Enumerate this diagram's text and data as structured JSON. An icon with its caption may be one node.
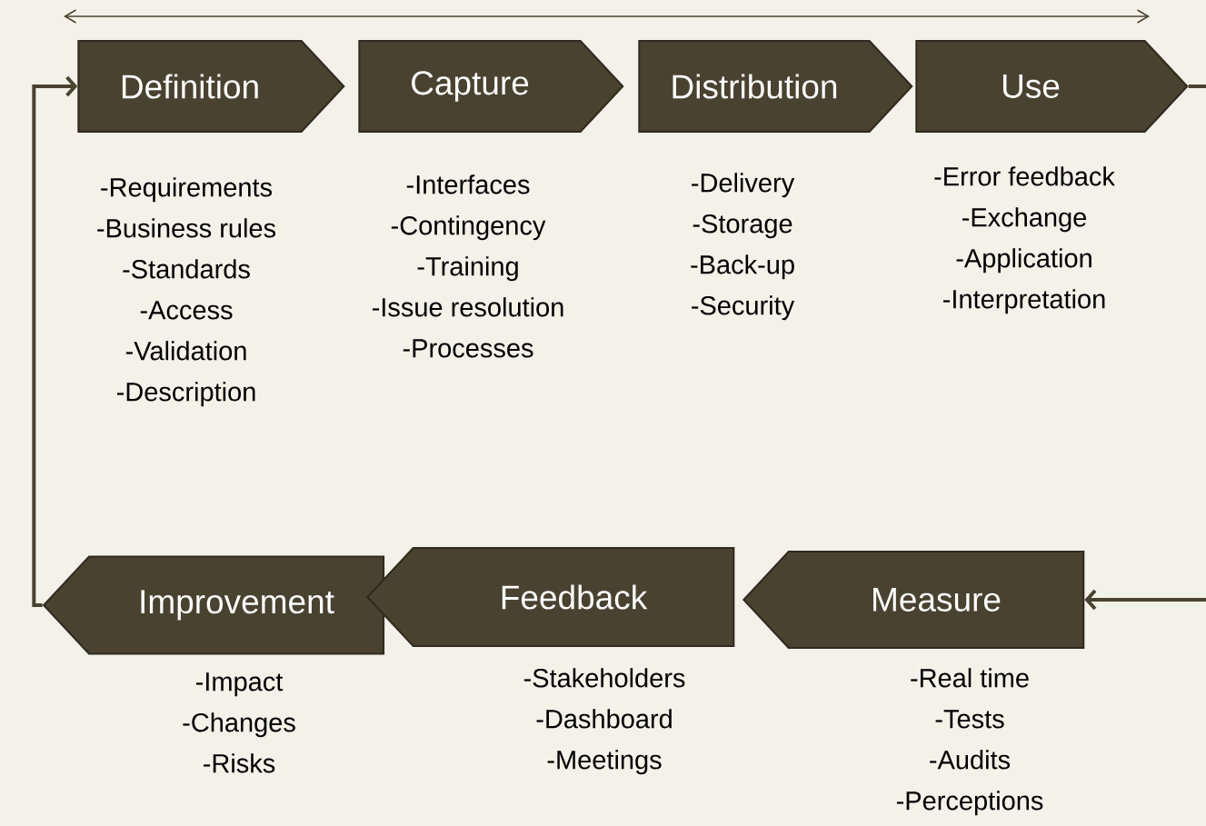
{
  "diagram": {
    "nodes": [
      {
        "text": [
          "Definition"
        ],
        "beside": [
          "-Requirements",
          "-Business rules",
          "-Standards",
          "-Access",
          "-Validation",
          "-Description"
        ]
      },
      {
        "text": [
          "Capture"
        ],
        "beside": [
          "-Interfaces",
          "-Contingency",
          "-Training",
          "-Issue resolution",
          "-Processes"
        ]
      },
      {
        "text": [
          "Distribution"
        ],
        "beside": [
          "-Delivery",
          "-Storage",
          "-Back-up",
          "-Security"
        ]
      },
      {
        "text": [
          "Use"
        ],
        "beside": [
          "-Error feedback",
          "-Exchange",
          "-Application",
          "-Interpretation"
        ]
      },
      {
        "text": [
          "Improvement"
        ],
        "beside": [
          "-Impact",
          "-Changes",
          "-Risks"
        ]
      },
      {
        "text": [
          "Feedback"
        ],
        "beside": [
          "-Stakeholders",
          "-Dashboard",
          "-Meetings"
        ]
      },
      {
        "text": [
          "Measure"
        ],
        "beside": [
          "-Real time",
          "-Tests",
          "-Audits",
          "-Perceptions"
        ]
      }
    ],
    "edges": [
      {
        "from": 3,
        "to": 6,
        "arrow": "to"
      },
      {
        "from": 4,
        "to": 0,
        "arrow": "to"
      }
    ]
  }
}
